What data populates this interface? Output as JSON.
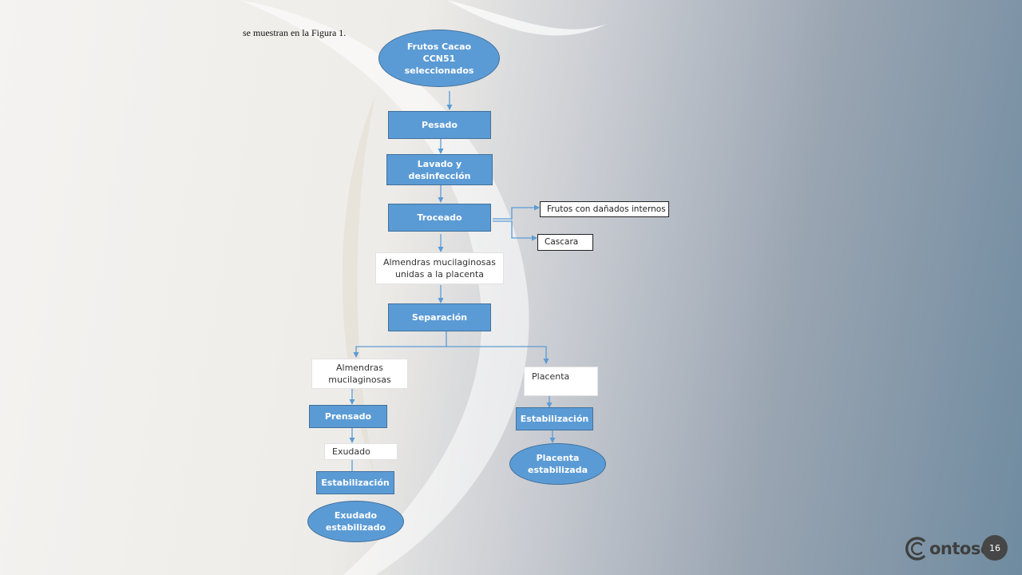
{
  "slide": {
    "intro_text": "se muestran en la Figura 1.",
    "page_number": "16",
    "brand": "ontoso"
  },
  "colors": {
    "process_fill": "#5b9bd5",
    "process_border": "#41719c",
    "connector": "#5b9bd5",
    "page_badge": "#464646"
  },
  "flow": {
    "nodes": [
      {
        "id": "frutos",
        "text": "Frutos Cacao\nCCN51\nseleccionados",
        "kind": "oval"
      },
      {
        "id": "pesado",
        "text": "Pesado",
        "kind": "process"
      },
      {
        "id": "lavado",
        "text": "Lavado y desinfección",
        "kind": "process"
      },
      {
        "id": "troceado",
        "text": "Troceado",
        "kind": "process"
      },
      {
        "id": "danados",
        "text": "Frutos con dañados internos",
        "kind": "side"
      },
      {
        "id": "cascara",
        "text": "Cascara",
        "kind": "side"
      },
      {
        "id": "almendras_placenta",
        "text": "Almendras mucilaginosas\nunidas a la placenta",
        "kind": "plain"
      },
      {
        "id": "separacion",
        "text": "Separación",
        "kind": "process"
      },
      {
        "id": "almendras",
        "text": "Almendras\nmucilaginosas",
        "kind": "plain"
      },
      {
        "id": "placenta",
        "text": "Placenta",
        "kind": "plain"
      },
      {
        "id": "prensado",
        "text": "Prensado",
        "kind": "process"
      },
      {
        "id": "estab_placenta",
        "text": "Estabilización",
        "kind": "process"
      },
      {
        "id": "exudado",
        "text": "Exudado",
        "kind": "plain"
      },
      {
        "id": "placenta_estab",
        "text": "Placenta\nestabilizada",
        "kind": "oval"
      },
      {
        "id": "estab_exudado",
        "text": "Estabilización",
        "kind": "process"
      },
      {
        "id": "exudado_estab",
        "text": "Exudado\nestabilizado",
        "kind": "oval"
      }
    ]
  }
}
